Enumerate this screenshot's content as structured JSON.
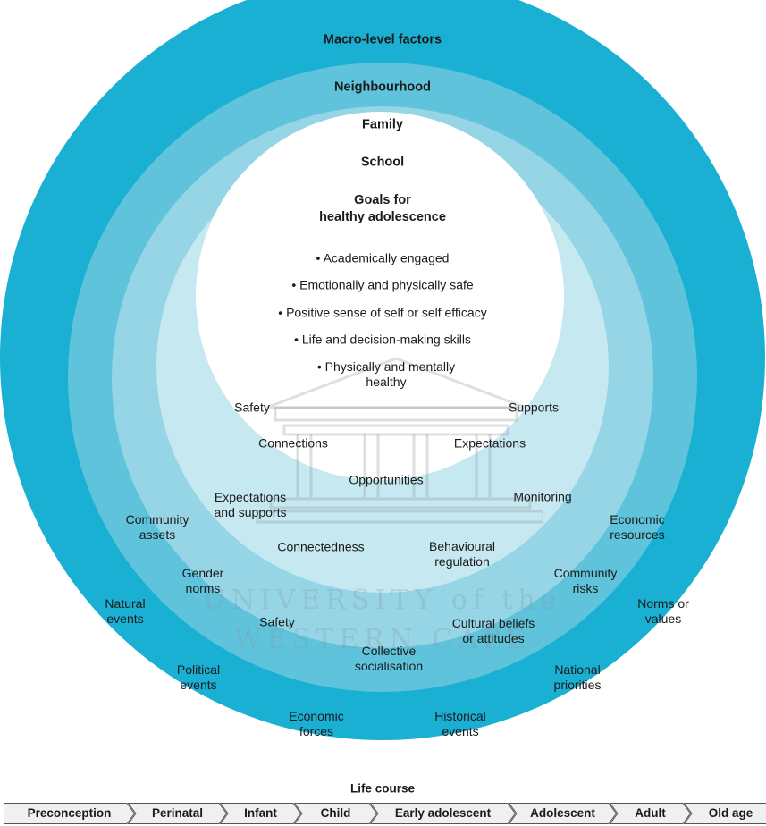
{
  "rings": {
    "macro": "Macro-level factors",
    "neighbourhood": "Neighbourhood",
    "family": "Family",
    "school": "School",
    "goals_title": "Goals for\nhealthy adolescence"
  },
  "goals": [
    "• Academically engaged",
    "• Emotionally and physically safe",
    "• Positive sense of self or self efficacy",
    "• Life and decision-making skills",
    "• Physically and mentally\nhealthy"
  ],
  "school_items": {
    "safety": "Safety",
    "supports": "Supports",
    "connections": "Connections",
    "expectations": "Expectations",
    "opportunities": "Opportunities"
  },
  "family_items": {
    "expectations_supports": "Expectations\nand supports",
    "monitoring": "Monitoring",
    "connectedness": "Connectedness",
    "behavioural_regulation": "Behavioural\nregulation"
  },
  "neighbourhood_items": {
    "community_assets": "Community\nassets",
    "economic_resources": "Economic\nresources",
    "gender_norms": "Gender\nnorms",
    "community_risks": "Community\nrisks",
    "safety": "Safety",
    "cultural_beliefs": "Cultural beliefs\nor attitudes",
    "collective_socialisation": "Collective\nsocialisation"
  },
  "macro_items": {
    "natural_events": "Natural\nevents",
    "norms_values": "Norms or\nvalues",
    "political_events": "Political\nevents",
    "national_priorities": "National\npriorities",
    "economic_forces": "Economic\nforces",
    "historical_events": "Historical\nevents"
  },
  "watermark": "UNIVERSITY of the\nWESTERN CAPE",
  "life_course": {
    "title": "Life course",
    "stages": [
      "Preconception",
      "Perinatal",
      "Infant",
      "Child",
      "Early adolescent",
      "Adolescent",
      "Adult",
      "Old age"
    ]
  },
  "colors": {
    "macro": "#1ab0d3",
    "neighbourhood": "#5fc3dc",
    "family": "#95d5e6",
    "school": "#c6e8f1",
    "goals": "#ffffff",
    "stage_fill": "#eef0f2",
    "stage_stroke": "#555555"
  }
}
